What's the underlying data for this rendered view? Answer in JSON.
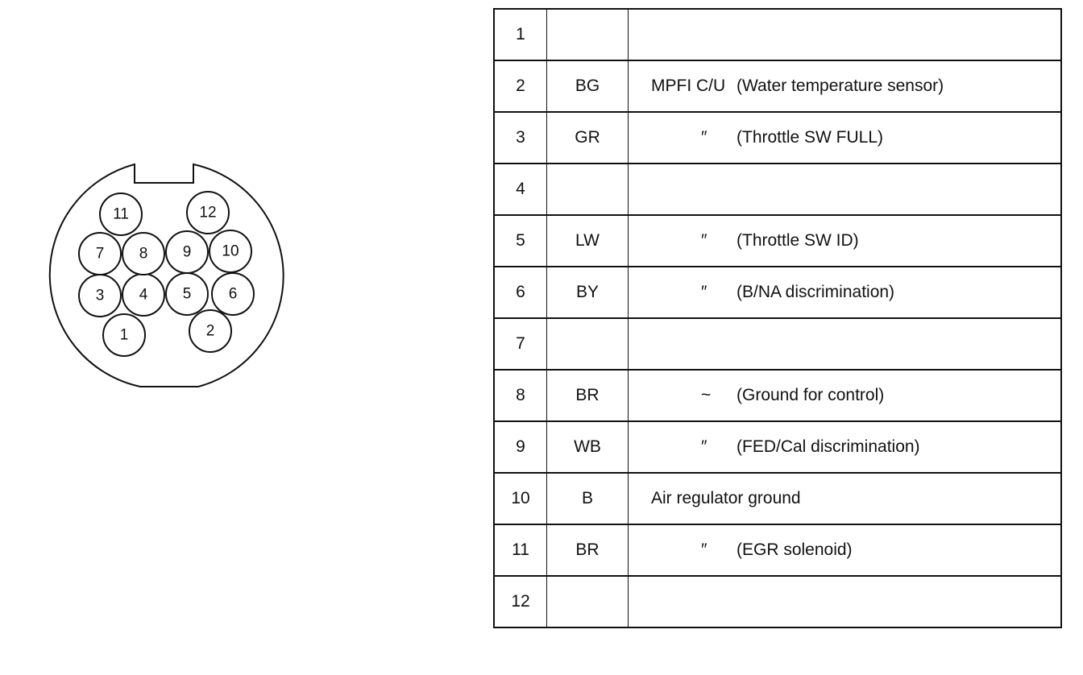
{
  "connector": {
    "pins": [
      "1",
      "2",
      "3",
      "4",
      "5",
      "6",
      "7",
      "8",
      "9",
      "10",
      "11",
      "12"
    ]
  },
  "table": {
    "rows": [
      {
        "pin": "1",
        "wire": "",
        "device": "",
        "signal": ""
      },
      {
        "pin": "2",
        "wire": "BG",
        "device": "MPFI C/U",
        "signal": "(Water temperature sensor)"
      },
      {
        "pin": "3",
        "wire": "GR",
        "device": "″",
        "signal": "(Throttle SW FULL)"
      },
      {
        "pin": "4",
        "wire": "",
        "device": "",
        "signal": ""
      },
      {
        "pin": "5",
        "wire": "LW",
        "device": "″",
        "signal": "(Throttle SW ID)"
      },
      {
        "pin": "6",
        "wire": "BY",
        "device": "″",
        "signal": "(B/NA discrimination)"
      },
      {
        "pin": "7",
        "wire": "",
        "device": "",
        "signal": ""
      },
      {
        "pin": "8",
        "wire": "BR",
        "device": "~",
        "signal": "(Ground for control)"
      },
      {
        "pin": "9",
        "wire": "WB",
        "device": "″",
        "signal": "(FED/Cal discrimination)"
      },
      {
        "pin": "10",
        "wire": "B",
        "device": "Air regulator ground",
        "signal": ""
      },
      {
        "pin": "11",
        "wire": "BR",
        "device": "″",
        "signal": "(EGR solenoid)"
      },
      {
        "pin": "12",
        "wire": "",
        "device": "",
        "signal": ""
      }
    ]
  }
}
